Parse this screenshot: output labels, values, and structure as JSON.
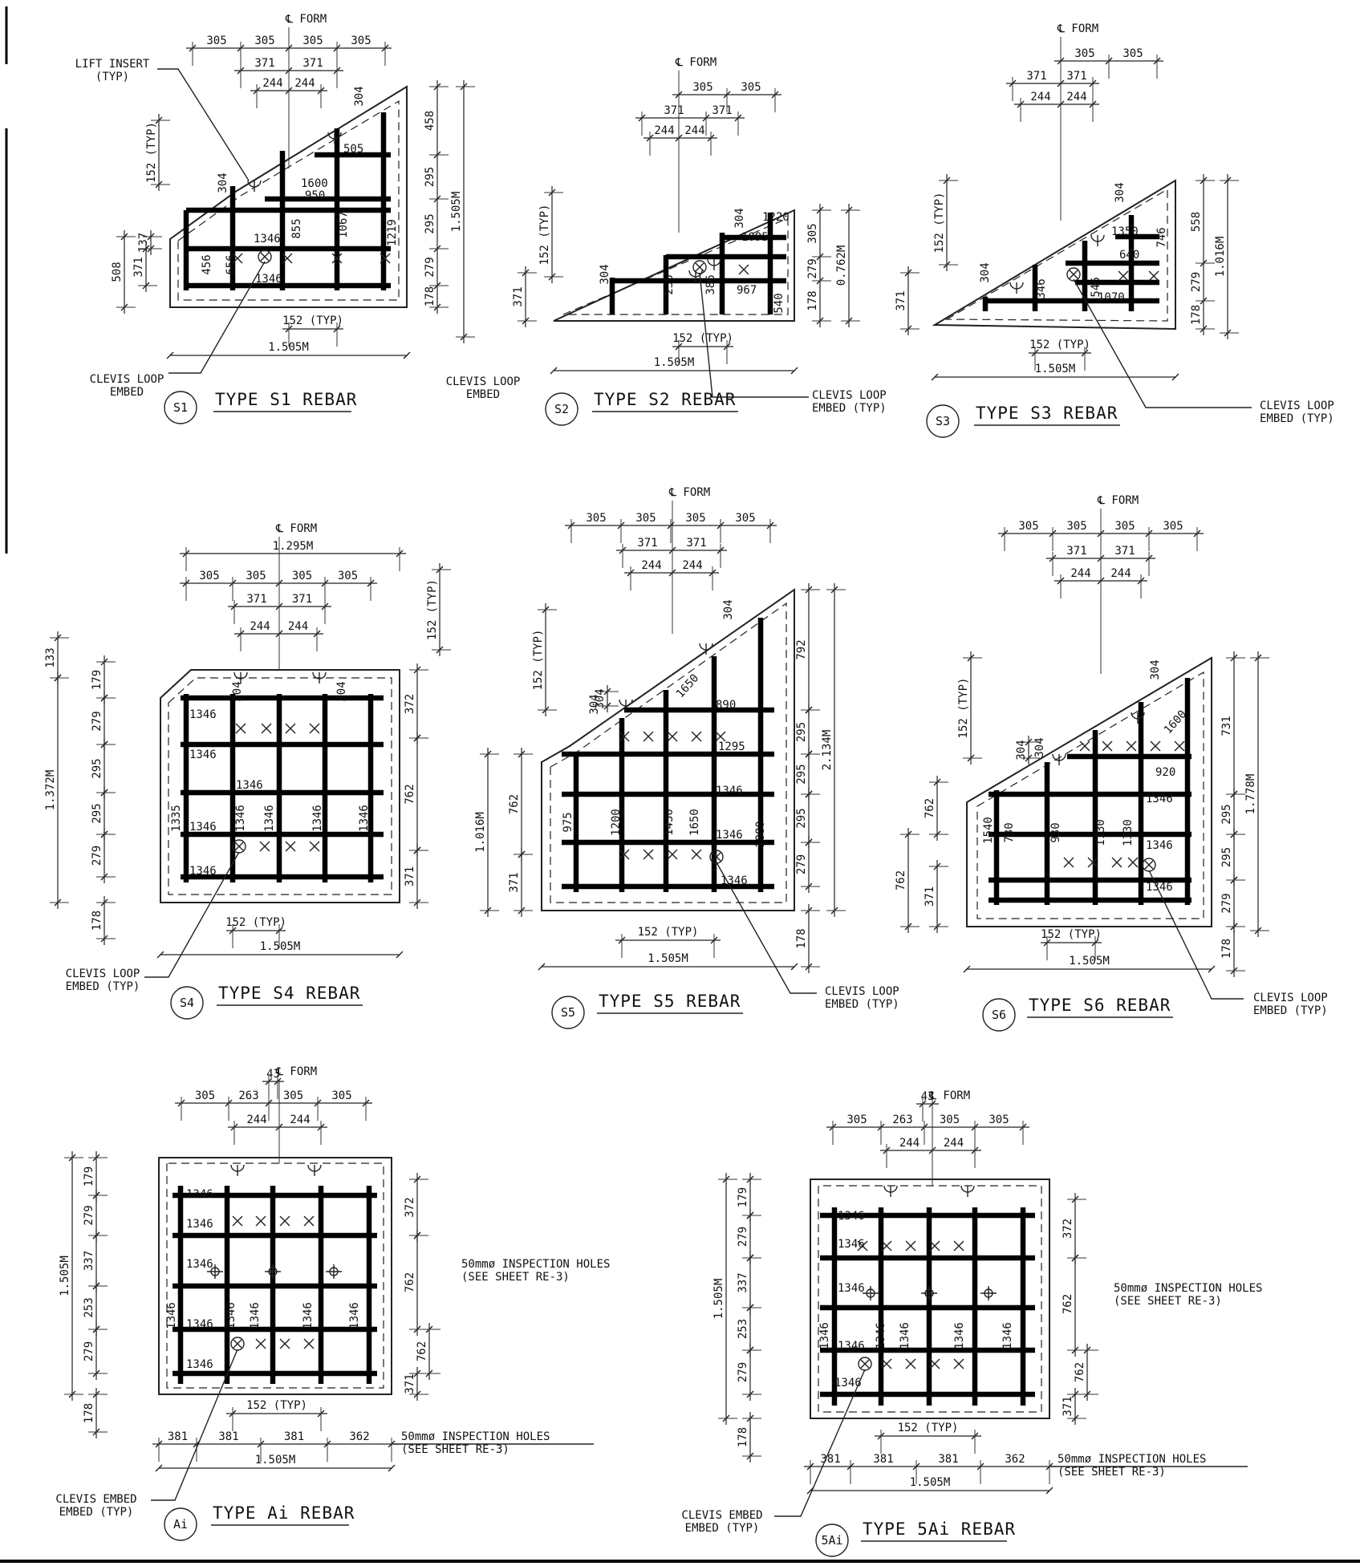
{
  "common": {
    "cl_form": "℄ FORM",
    "typ_152": "152 (TYP)",
    "width_1505": "1.505M",
    "clevis_loop_1": "CLEVIS LOOP",
    "clevis_loop_2": "EMBED",
    "clevis_typ_2": "EMBED (TYP)",
    "clevis_embed_1": "CLEVIS EMBED",
    "lift_insert_1": "LIFT INSERT",
    "lift_insert_2": "(TYP)",
    "insp_holes": "50mmø INSPECTION HOLES",
    "see_sheet": "(SEE SHEET RE-3)"
  },
  "panels": [
    {
      "id": "S1",
      "title": "TYPE S1 REBAR",
      "top_dims": [
        "305",
        "305",
        "305",
        "305",
        "371",
        "371",
        "244",
        "244"
      ],
      "left_dims": [
        "152 (TYP)",
        "304",
        "137",
        "508",
        "371"
      ],
      "right_dims": [
        "458",
        "295",
        "295",
        "279",
        "178",
        "1.505M"
      ],
      "bar_labels": [
        "505",
        "1600",
        "950",
        "855",
        "1067",
        "1219",
        "1346",
        "456",
        "656",
        "1346",
        "304"
      ]
    },
    {
      "id": "S2",
      "title": "TYPE S2 REBAR",
      "top_dims": [
        "305",
        "305",
        "371",
        "371",
        "244",
        "244"
      ],
      "left_dims": [
        "152 (TYP)",
        "304",
        "371"
      ],
      "right_dims": [
        "305",
        "279",
        "178",
        "0.762M"
      ],
      "bar_labels": [
        "1220",
        "1095",
        "967",
        "540",
        "386",
        "236",
        "304"
      ]
    },
    {
      "id": "S3",
      "title": "TYPE S3 REBAR",
      "top_dims": [
        "305",
        "305",
        "371",
        "371",
        "244",
        "244"
      ],
      "left_dims": [
        "152 (TYP)",
        "304",
        "371"
      ],
      "right_dims": [
        "558",
        "279",
        "178",
        "1.016M"
      ],
      "bar_labels": [
        "1350",
        "640",
        "1070",
        "746",
        "546",
        "346",
        "304"
      ]
    },
    {
      "id": "S4",
      "title": "TYPE S4 REBAR",
      "top_dims": [
        "1.295M",
        "305",
        "305",
        "305",
        "305",
        "371",
        "371",
        "244",
        "244"
      ],
      "left_dims": [
        "133",
        "179",
        "279",
        "295",
        "295",
        "279",
        "178",
        "1.372M"
      ],
      "right_dims": [
        "152 (TYP)",
        "372",
        "762",
        "371"
      ],
      "bar_labels": [
        "304",
        "304",
        "1346",
        "1346",
        "1346",
        "1346",
        "1346",
        "1346",
        "1346",
        "1346",
        "1335"
      ]
    },
    {
      "id": "S5",
      "title": "TYPE S5 REBAR",
      "top_dims": [
        "305",
        "305",
        "305",
        "305",
        "371",
        "371",
        "244",
        "244"
      ],
      "left_dims": [
        "152 (TYP)",
        "304",
        "762",
        "371",
        "1.016M"
      ],
      "right_dims": [
        "792",
        "295",
        "295",
        "295",
        "279",
        "178",
        "2.134M"
      ],
      "bar_labels": [
        "1650",
        "890",
        "1295",
        "1346",
        "1346",
        "1346",
        "975",
        "1200",
        "1430",
        "1650",
        "1880",
        "304"
      ]
    },
    {
      "id": "S6",
      "title": "TYPE S6 REBAR",
      "top_dims": [
        "305",
        "305",
        "305",
        "305",
        "371",
        "371",
        "244",
        "244"
      ],
      "left_dims": [
        "152 (TYP)",
        "304",
        "762",
        "762",
        "371"
      ],
      "right_dims": [
        "731",
        "295",
        "295",
        "279",
        "178",
        "1.778M"
      ],
      "bar_labels": [
        "1600",
        "920",
        "1346",
        "1346",
        "1346",
        "1540",
        "730",
        "930",
        "1130",
        "1330",
        "304"
      ]
    },
    {
      "id": "Ai",
      "title": "TYPE Ai REBAR",
      "top_dims": [
        "43",
        "305",
        "263",
        "305",
        "305",
        "244",
        "244"
      ],
      "left_dims": [
        "179",
        "279",
        "337",
        "253",
        "279",
        "178",
        "1.505M"
      ],
      "right_dims": [
        "372",
        "762",
        "762",
        "371"
      ],
      "bottom_dims": [
        "381",
        "381",
        "381",
        "362"
      ],
      "bar_labels": [
        "1346",
        "1346",
        "1346",
        "1346",
        "1346",
        "1346",
        "1346",
        "1346",
        "1346"
      ]
    },
    {
      "id": "5Ai",
      "title": "TYPE 5Ai REBAR",
      "top_dims": [
        "43",
        "305",
        "263",
        "305",
        "305",
        "244",
        "244"
      ],
      "left_dims": [
        "179",
        "279",
        "337",
        "253",
        "279",
        "178",
        "1.505M"
      ],
      "right_dims": [
        "372",
        "762",
        "762",
        "371"
      ],
      "bottom_dims": [
        "381",
        "381",
        "381",
        "362"
      ],
      "bar_labels": [
        "1346",
        "1346",
        "1346",
        "1346",
        "1346",
        "1346",
        "1346",
        "1346",
        "1346"
      ]
    }
  ]
}
